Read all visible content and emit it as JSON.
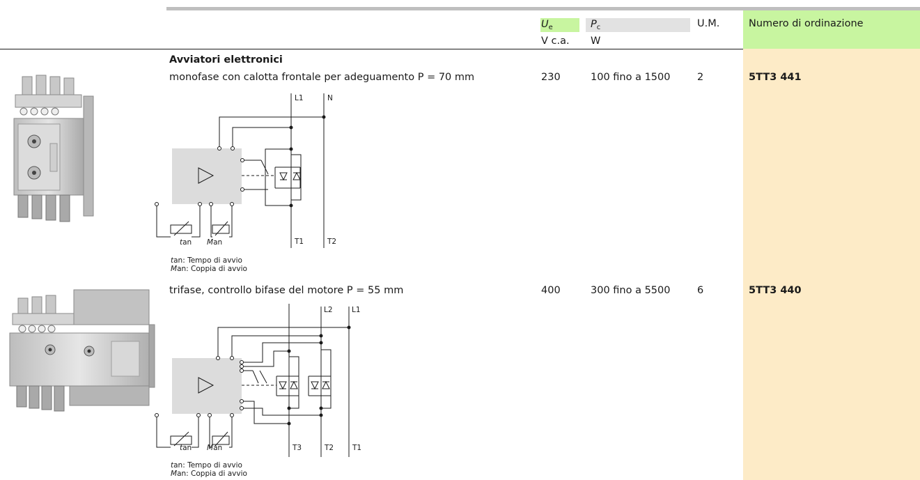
{
  "header": {
    "ue_symbol": "U",
    "ue_sub": "e",
    "ue_unit": "V c.a.",
    "pc_symbol": "P",
    "pc_sub": "c",
    "pc_unit": "W",
    "um": "U.M.",
    "order_number": "Numero di ordinazione"
  },
  "section_title": "Avviatori elettronici",
  "products": [
    {
      "description": "monofase con calotta frontale per adeguamento P = 70 mm",
      "ue": "230",
      "pc": "100 fino a 1500",
      "um": "2",
      "order": "5TT3 441",
      "diagram": {
        "top_labels": [
          "L1",
          "N"
        ],
        "bottom_labels": [
          "T1",
          "T2"
        ],
        "pot_labels": [
          "t",
          "M"
        ],
        "pot_subs": [
          "an",
          "an"
        ]
      },
      "legend": [
        {
          "sym": "t",
          "sub": "an",
          "text": ":  Tempo di avvio"
        },
        {
          "sym": "M",
          "sub": "an",
          "text": ": Coppia di avvio"
        }
      ]
    },
    {
      "description": "trifase, controllo bifase del motore P = 55 mm",
      "ue": "400",
      "pc": "300 fino a 5500",
      "um": "6",
      "order": "5TT3 440",
      "diagram": {
        "top_labels": [
          "L2",
          "L1"
        ],
        "bottom_labels": [
          "T3",
          "T2",
          "T1"
        ],
        "pot_labels": [
          "t",
          "M"
        ],
        "pot_subs": [
          "an",
          "an"
        ]
      },
      "legend": [
        {
          "sym": "t",
          "sub": "an",
          "text": ":  Tempo di avvio"
        },
        {
          "sym": "M",
          "sub": "an",
          "text": ": Coppia di avvio"
        }
      ]
    }
  ],
  "colors": {
    "header_green": "#c8f5a0",
    "order_column": "#fdebc7",
    "header_gray": "#e2e2e2",
    "device_gray": "#d9d9d9"
  }
}
